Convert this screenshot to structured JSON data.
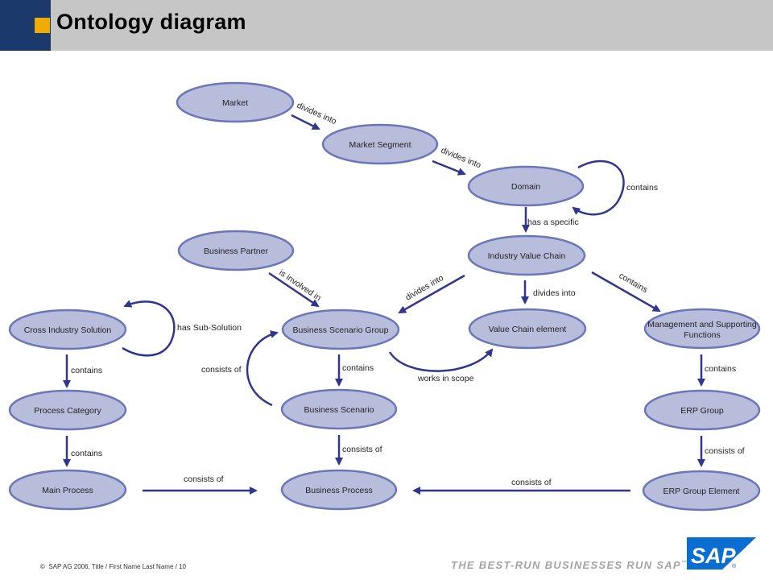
{
  "title": "Ontology diagram",
  "nodes": {
    "market": "Market",
    "market_segment": "Market Segment",
    "domain": "Domain",
    "industry_value_chain": "Industry Value Chain",
    "business_partner": "Business Partner",
    "cross_industry_solution": "Cross Industry Solution",
    "business_scenario_group": "Business Scenario Group",
    "value_chain_element": "Value Chain element",
    "management_supporting_1": "Management and Supporting",
    "management_supporting_2": "Functions",
    "process_category": "Process Category",
    "business_scenario": "Business Scenario",
    "erp_group": "ERP Group",
    "main_process": "Main Process",
    "business_process": "Business Process",
    "erp_group_element": "ERP Group Element"
  },
  "edges": {
    "market_divides": "divides into",
    "segment_divides": "divides into",
    "domain_contains": "contains",
    "domain_has_specific": "has a specific",
    "ivc_divides_bsg": "divides into",
    "ivc_divides_vce": "divides into",
    "ivc_contains_msf": "contains",
    "partner_involved": "is involved in",
    "cis_sub_solution": "has Sub-Solution",
    "cis_contains": "contains",
    "pc_contains": "contains",
    "bsg_consists_of": "consists of",
    "bsg_contains": "contains",
    "bsg_works_in_scope": "works in scope",
    "bs_consists_of": "consists of",
    "msf_contains": "contains",
    "erp_consists_of": "consists of",
    "main_consists_of": "consists of",
    "erp_elem_consists_of": "consists of"
  },
  "footer": {
    "copyright_symbol": "©",
    "copyright": "SAP AG 2006, Title / First Name Last Name / 10",
    "tagline": "THE BEST-RUN BUSINESSES RUN SAP",
    "tm": "™",
    "logo_text": "SAP",
    "registered": "®"
  },
  "colors": {
    "node_fill": "#b7bddb",
    "node_stroke": "#6a76b8",
    "arrow": "#30368c",
    "header_bg": "#c6c6c6",
    "header_blue": "#1b3a6b",
    "accent": "#f0ab00",
    "logo_blue": "#0a6ed1"
  }
}
